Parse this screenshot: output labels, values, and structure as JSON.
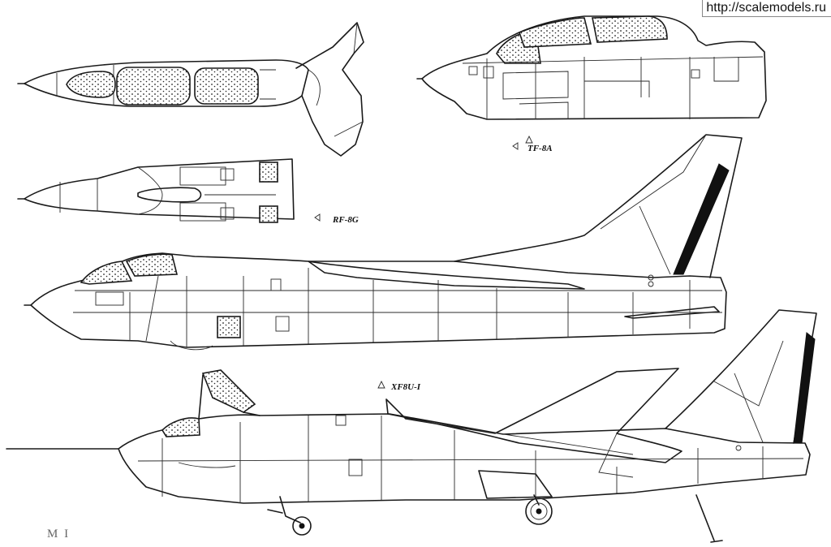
{
  "watermark": "http://scalemodels.ru",
  "labels": {
    "tf8a": "TF-8A",
    "rf8g": "RF-8G",
    "xf8u": "XF8U-I",
    "signature": "M I"
  },
  "variants": [
    {
      "name": "TF-8A",
      "view": "two-seat canopy side view"
    },
    {
      "name": "RF-8G",
      "view": "forward fuselage top view"
    },
    {
      "name": "XF8U-I",
      "view": "side view with raised wing"
    }
  ],
  "colors": {
    "ink": "#1a1a1a",
    "paper": "#ffffff"
  }
}
